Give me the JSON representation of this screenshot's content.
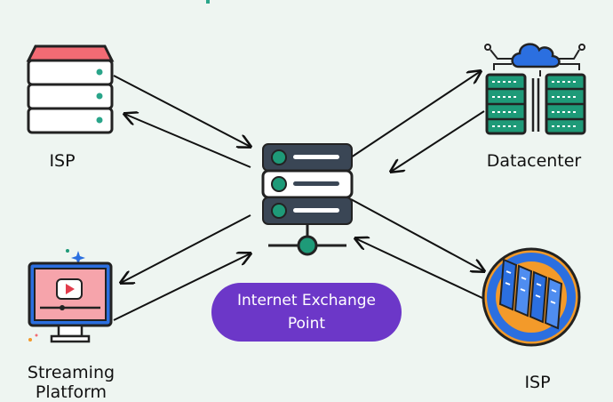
{
  "diagram": {
    "title": "",
    "nodes": {
      "isp_left": {
        "label": "ISP",
        "icon": "server-rack-icon"
      },
      "datacenter": {
        "label": "Datacenter",
        "icon": "cloud-datacenter-icon"
      },
      "streaming": {
        "label": "Streaming Platform",
        "icon": "monitor-play-icon"
      },
      "isp_right": {
        "label": "ISP",
        "icon": "globe-servers-icon"
      },
      "ixp": {
        "label": "Internet Exchange Point",
        "icon": "exchange-server-icon"
      }
    },
    "edges": [
      {
        "from": "isp_left",
        "to": "ixp",
        "bidirectional": true
      },
      {
        "from": "datacenter",
        "to": "ixp",
        "bidirectional": true
      },
      {
        "from": "streaming",
        "to": "ixp",
        "bidirectional": true
      },
      {
        "from": "isp_right",
        "to": "ixp",
        "bidirectional": true
      }
    ],
    "colors": {
      "background": "#eef5f1",
      "pill": "#6c37c8",
      "server_dark": "#3a4655",
      "teal": "#1e9a78",
      "red": "#f26b74",
      "blue": "#2b6fe0",
      "orange": "#f39a2a"
    }
  }
}
